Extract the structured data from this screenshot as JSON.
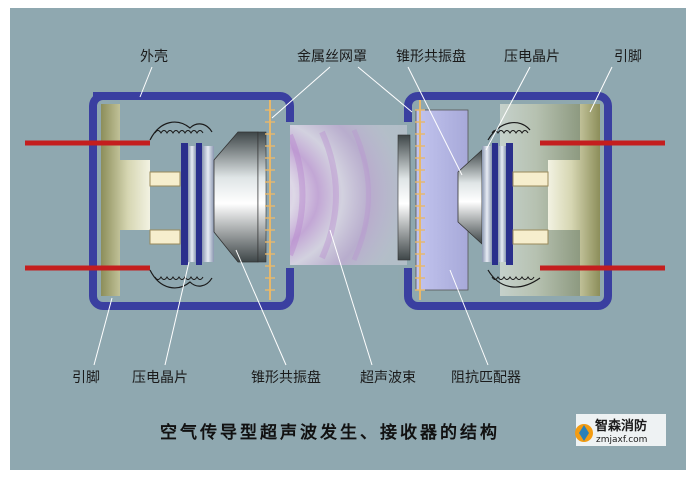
{
  "labels": {
    "shell": "外壳",
    "mesh": "金属丝网罩",
    "cone_top": "锥形共振盘",
    "piezo_top": "压电晶片",
    "pin_top": "引脚",
    "pin_bottom": "引脚",
    "piezo_bottom": "压电晶片",
    "cone_bottom": "锥形共振盘",
    "beam": "超声波束",
    "matcher": "阻抗匹配器"
  },
  "caption": "空气传导型超声波发生、接收器的结构",
  "watermark": {
    "name": "智森消防",
    "url": "zmjaxf.com"
  },
  "colors": {
    "panel": "#8fa8b0",
    "shell_blue": "#3a3fa0",
    "lead_red": "#c41e1e",
    "beam_purple": "#c9a0dc"
  }
}
